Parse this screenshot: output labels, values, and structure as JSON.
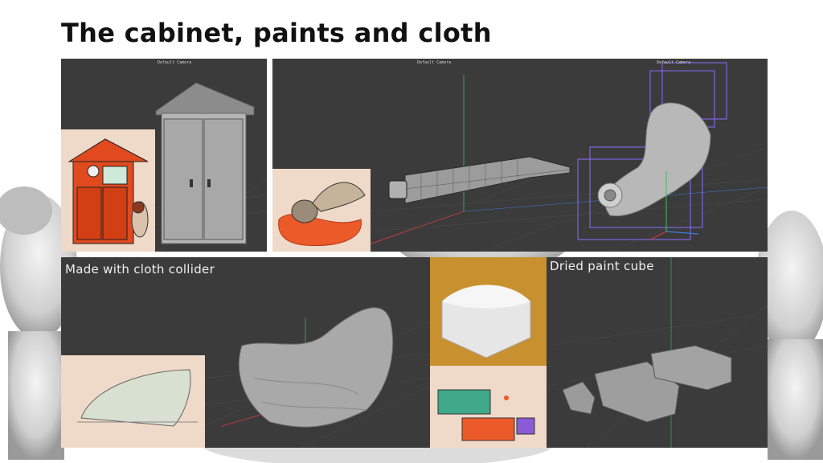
{
  "slide": {
    "title": "The cabinet, paints and cloth"
  },
  "viewports": {
    "cabinet_camera": "Default Camera",
    "tube_camera": "Default Camera",
    "rig_camera": "Default Camera"
  },
  "captions": {
    "cloth": "Made with cloth collider",
    "cube": "Dried paint cube"
  },
  "colors": {
    "viewport_bg": "#3b3b3b",
    "sketch_bg": "#efd9c8",
    "cabinet_red": "#e04a1e",
    "paint_orange": "#ec5a2a",
    "wireframe_purple": "#8a6cff",
    "axis_green": "#3dbd5a",
    "axis_red": "#d63c3c",
    "axis_blue": "#3a7de0"
  },
  "icons": [
    "statue-head-icon",
    "cabinet-sketch-icon",
    "paint-tube-icon",
    "cloth-drape-icon",
    "paint-cube-photo-icon"
  ]
}
